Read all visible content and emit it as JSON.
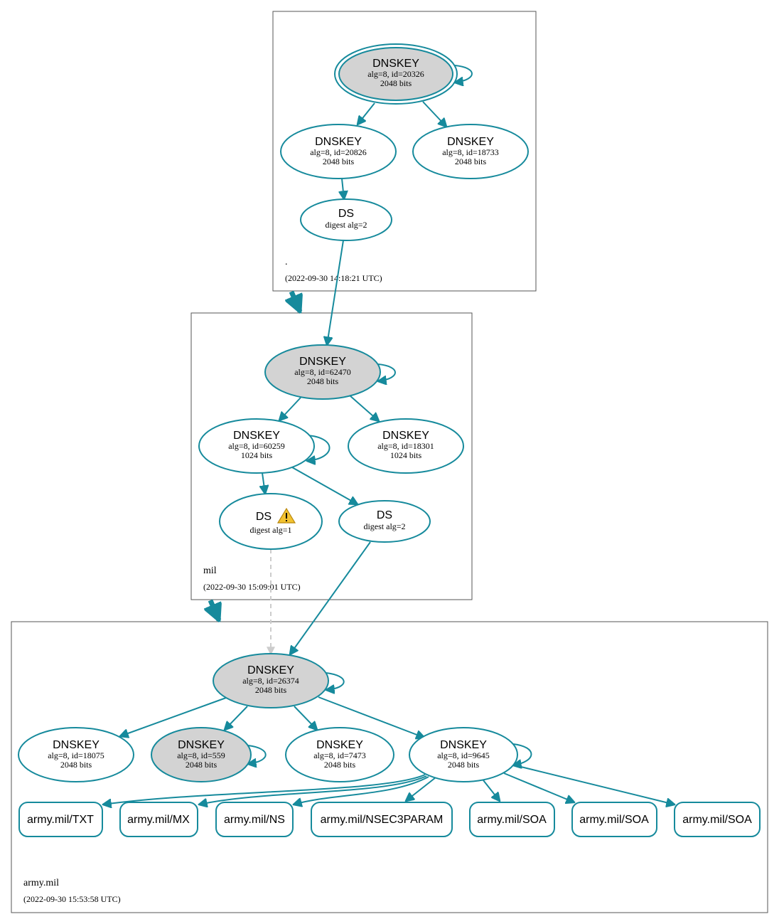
{
  "zones": {
    "root": {
      "name": ".",
      "timestamp": "(2022-09-30 14:18:21 UTC)"
    },
    "mil": {
      "name": "mil",
      "timestamp": "(2022-09-30 15:09:01 UTC)"
    },
    "army": {
      "name": "army.mil",
      "timestamp": "(2022-09-30 15:53:58 UTC)"
    }
  },
  "nodes": {
    "root_ksk": {
      "title": "DNSKEY",
      "line1": "alg=8, id=20326",
      "line2": "2048 bits"
    },
    "root_zsk1": {
      "title": "DNSKEY",
      "line1": "alg=8, id=20826",
      "line2": "2048 bits"
    },
    "root_zsk2": {
      "title": "DNSKEY",
      "line1": "alg=8, id=18733",
      "line2": "2048 bits"
    },
    "root_ds": {
      "title": "DS",
      "line1": "digest alg=2"
    },
    "mil_ksk": {
      "title": "DNSKEY",
      "line1": "alg=8, id=62470",
      "line2": "2048 bits"
    },
    "mil_zsk1": {
      "title": "DNSKEY",
      "line1": "alg=8, id=60259",
      "line2": "1024 bits"
    },
    "mil_zsk2": {
      "title": "DNSKEY",
      "line1": "alg=8, id=18301",
      "line2": "1024 bits"
    },
    "mil_ds1": {
      "title": "DS",
      "line1": "digest alg=1",
      "warning": "warning-icon"
    },
    "mil_ds2": {
      "title": "DS",
      "line1": "digest alg=2"
    },
    "army_ksk": {
      "title": "DNSKEY",
      "line1": "alg=8, id=26374",
      "line2": "2048 bits"
    },
    "army_k1": {
      "title": "DNSKEY",
      "line1": "alg=8, id=18075",
      "line2": "2048 bits"
    },
    "army_k2": {
      "title": "DNSKEY",
      "line1": "alg=8, id=559",
      "line2": "2048 bits"
    },
    "army_k3": {
      "title": "DNSKEY",
      "line1": "alg=8, id=7473",
      "line2": "2048 bits"
    },
    "army_k4": {
      "title": "DNSKEY",
      "line1": "alg=8, id=9645",
      "line2": "2048 bits"
    }
  },
  "rrsets": [
    "army.mil/TXT",
    "army.mil/MX",
    "army.mil/NS",
    "army.mil/NSEC3PARAM",
    "army.mil/SOA",
    "army.mil/SOA",
    "army.mil/SOA"
  ],
  "colors": {
    "edge": "#168a9c",
    "ksk_fill": "#d3d3d3",
    "insecure_edge": "#cccccc",
    "warning": "#f2c230"
  }
}
